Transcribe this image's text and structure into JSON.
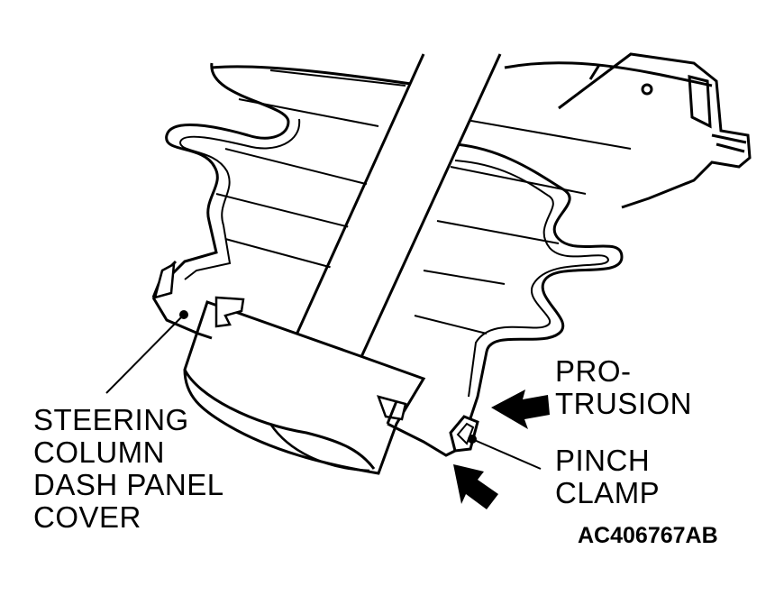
{
  "labels": {
    "cover": [
      "STEERING",
      "COLUMN",
      "DASH PANEL",
      "COVER"
    ],
    "protrusion": [
      "PRO-",
      "TRUSION"
    ],
    "clamp": [
      "PINCH",
      "CLAMP"
    ]
  },
  "figure_id": "AC406767AB",
  "colors": {
    "ink": "#000000",
    "paper": "#ffffff"
  }
}
